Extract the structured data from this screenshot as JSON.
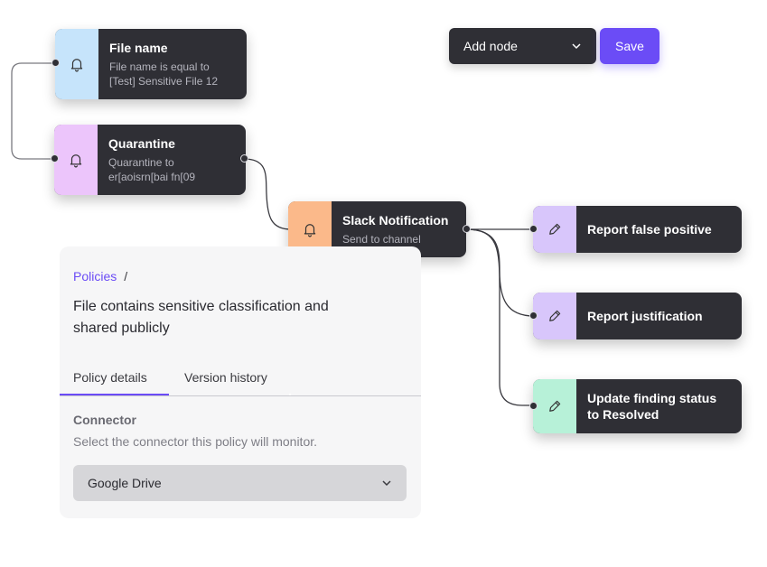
{
  "toolbar": {
    "add_node_label": "Add node",
    "save_label": "Save"
  },
  "nodes": {
    "file_name": {
      "title": "File name",
      "subtitle_line1": "File name is equal to",
      "subtitle_line2": "[Test] Sensitive File 12",
      "tile_color": "#c6e4fb",
      "icon": "bell-icon"
    },
    "quarantine": {
      "title": "Quarantine",
      "subtitle_line1": "Quarantine to",
      "subtitle_line2": "er[aoisrn[bai fn[09",
      "tile_color": "#ecc5fb",
      "icon": "bell-icon"
    },
    "slack": {
      "title": "Slack Notification",
      "subtitle_line1": "Send to channel",
      "tile_color": "#fbb98a",
      "icon": "bell-icon"
    },
    "report_false_positive": {
      "title": "Report false positive",
      "tile_color": "#d8c6fb",
      "icon": "pencil-icon"
    },
    "report_justification": {
      "title": "Report justification",
      "tile_color": "#d8c6fb",
      "icon": "pencil-icon"
    },
    "update_status": {
      "title_line1": "Update finding status",
      "title_line2": "to Resolved",
      "tile_color": "#b7f1d8",
      "icon": "pencil-icon"
    }
  },
  "policy": {
    "breadcrumb_link": "Policies",
    "breadcrumb_sep": "/",
    "title": "File contains sensitive classification and shared publicly",
    "tabs": [
      "Policy details",
      "Version history"
    ],
    "connector_label": "Connector",
    "connector_help": "Select the connector this policy will monitor.",
    "connector_value": "Google Drive"
  },
  "colors": {
    "accent": "#6b4cf6",
    "node_bg": "#2f2f35"
  }
}
